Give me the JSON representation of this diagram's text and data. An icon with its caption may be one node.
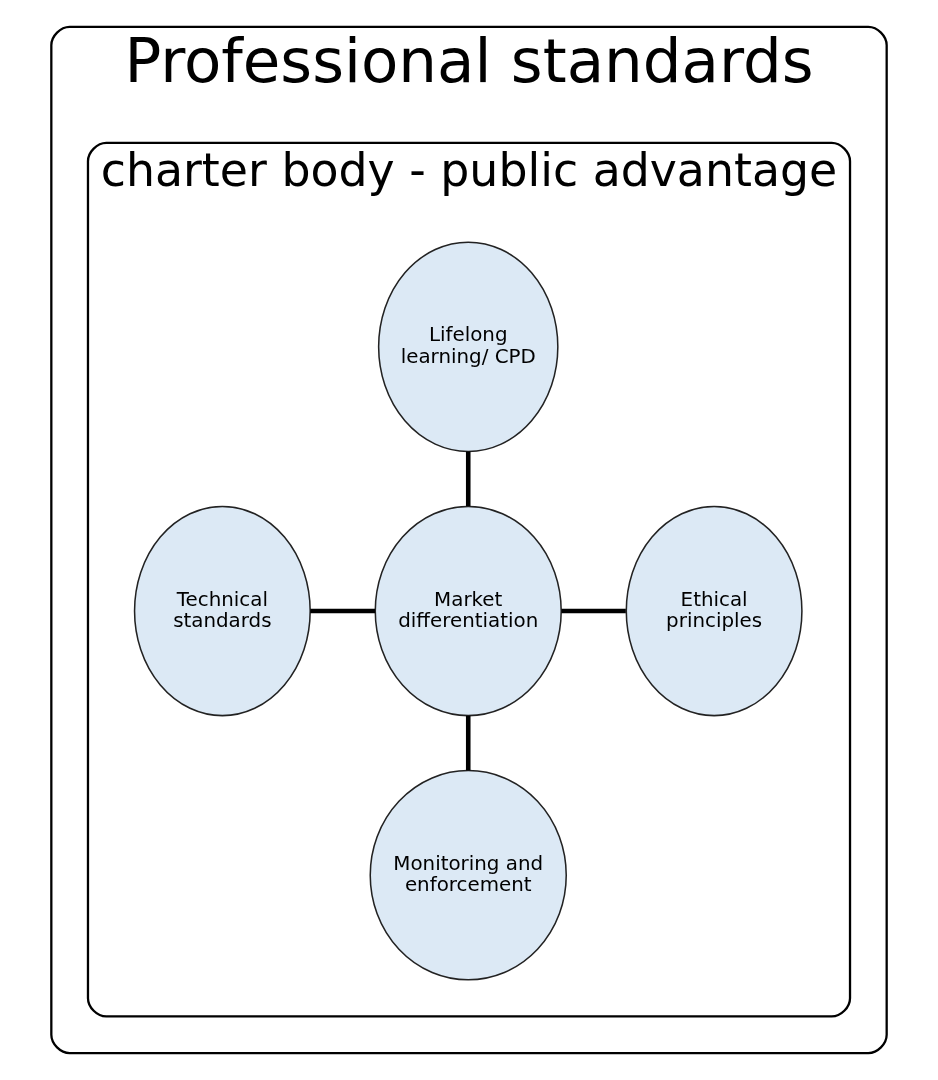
{
  "diagram": {
    "nodes": [
      {
        "text": [
          "Professional standards"
        ]
      },
      {
        "text": [
          "charter body - public advantage"
        ],
        "in": 0
      },
      {
        "text": [
          "Lifelong learning/ CPD"
        ],
        "in": 1
      },
      {
        "text": [
          "Technical standards"
        ],
        "in": 1
      },
      {
        "text": [
          "Market differentiation"
        ],
        "in": 1
      },
      {
        "text": [
          "Ethical principles"
        ],
        "in": 1
      },
      {
        "text": [
          "Monitoring and enforcement"
        ],
        "in": 1
      }
    ],
    "edges": [
      {
        "from": 2,
        "to": 4,
        "arrow": "none"
      },
      {
        "from": 3,
        "to": 4,
        "arrow": "none"
      },
      {
        "from": 4,
        "to": 5,
        "arrow": "none"
      },
      {
        "from": 4,
        "to": 6,
        "arrow": "none"
      }
    ]
  }
}
